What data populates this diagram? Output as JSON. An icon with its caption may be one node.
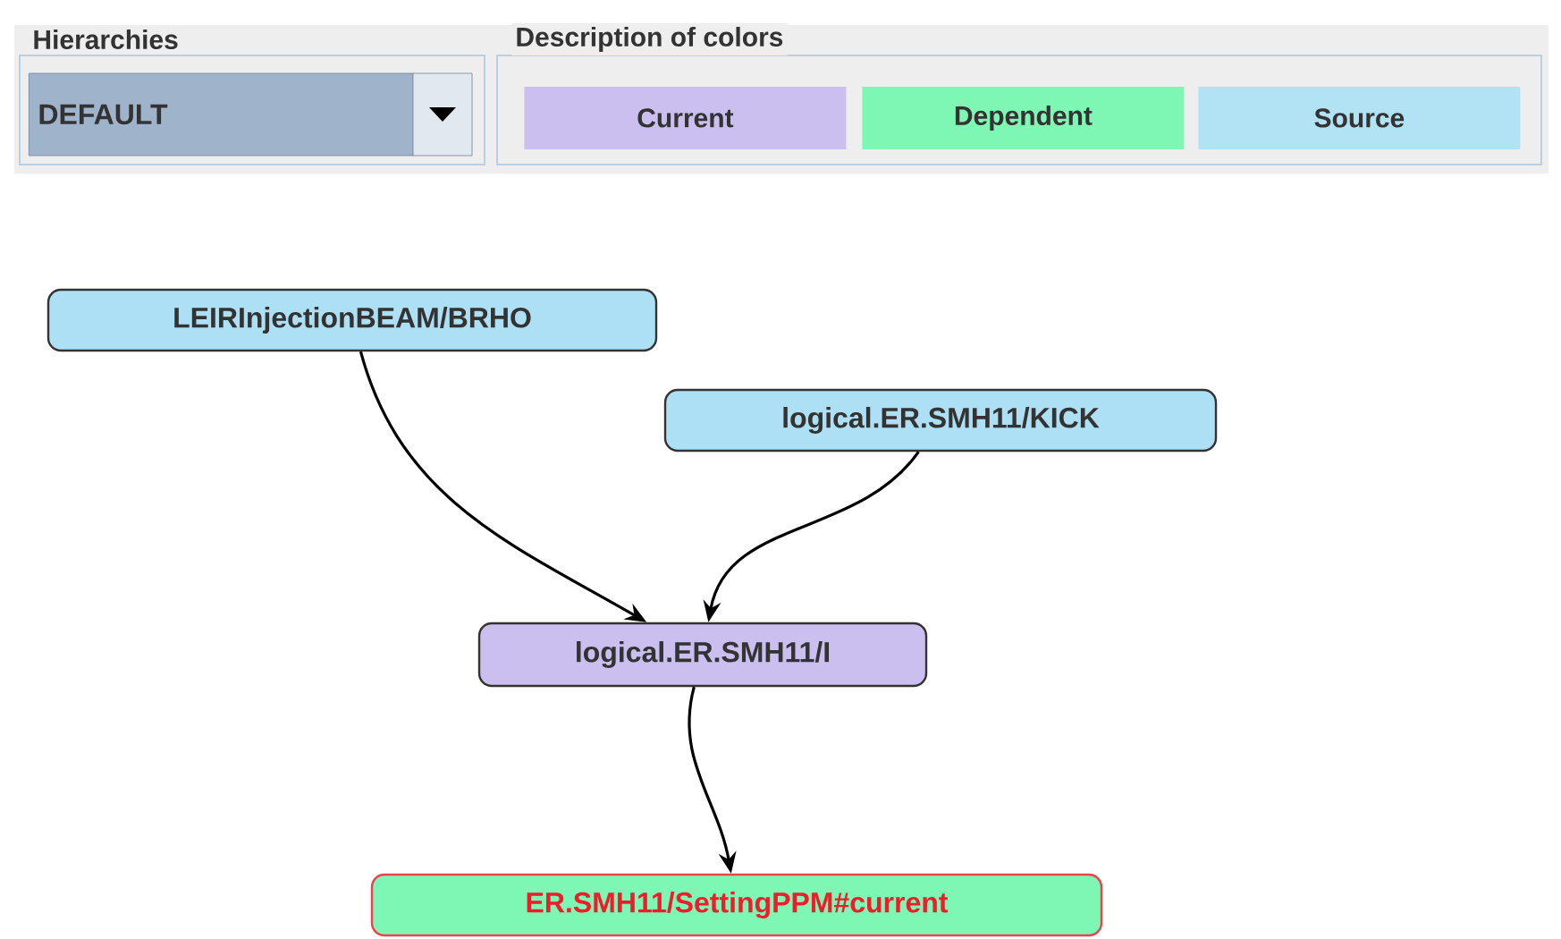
{
  "diagram": {
    "nodes": [
      {
        "text": [
          "LEIRInjectionBEAM/BRHO"
        ]
      },
      {
        "text": [
          "logical.ER.SMH11/KICK"
        ]
      },
      {
        "text": [
          "logical.ER.SMH11/I"
        ]
      },
      {
        "text": [
          "ER.SMH11/SettingPPM#current"
        ]
      }
    ],
    "edges": [
      {
        "from": 0,
        "to": 2,
        "arrow": "to"
      },
      {
        "from": 1,
        "to": 2,
        "arrow": "to"
      },
      {
        "from": 2,
        "to": 3,
        "arrow": "to"
      }
    ],
    "labels": [
      "Hierarchies",
      "DEFAULT",
      "Description of colors"
    ],
    "legend": [
      {
        "text": "Current",
        "color": "#cbbff0"
      },
      {
        "text": "Dependent",
        "color": "#7df7b3"
      },
      {
        "text": "Source",
        "color": "#b1e3f5"
      }
    ]
  }
}
